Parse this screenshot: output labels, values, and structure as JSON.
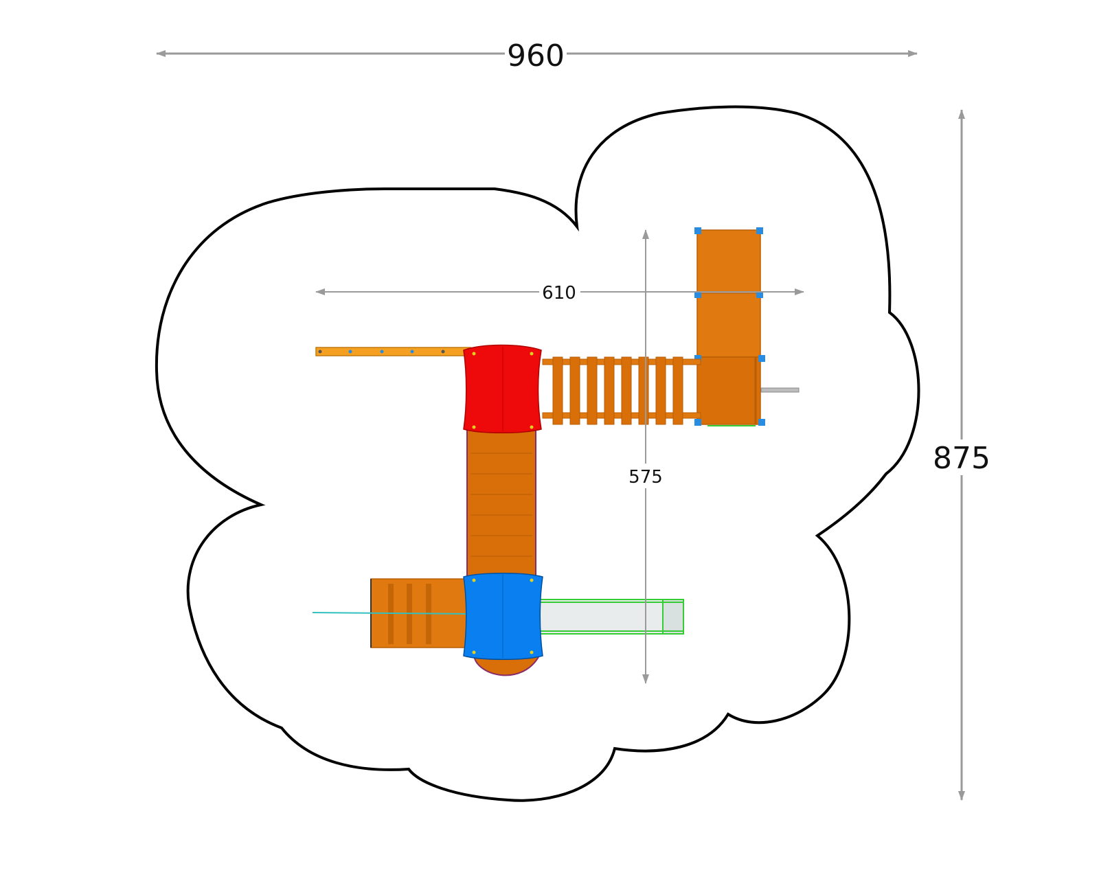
{
  "dimensions": {
    "overall_width": "960",
    "overall_depth": "875",
    "equipment_width": "610",
    "equipment_depth": "575"
  },
  "colors": {
    "safety_zone_outline": "#000000",
    "dimension_line": "#9a9a9a",
    "wood": "#e07a10",
    "wood_dark": "#b85e06",
    "roof_red": "#ee0a0a",
    "roof_blue": "#0a80f0",
    "slide": "#e8ecec",
    "slide_rail": "#33cc33",
    "bolt": "#2a8ce0",
    "rope": "#33c0c0",
    "beam": "#f5a020"
  }
}
